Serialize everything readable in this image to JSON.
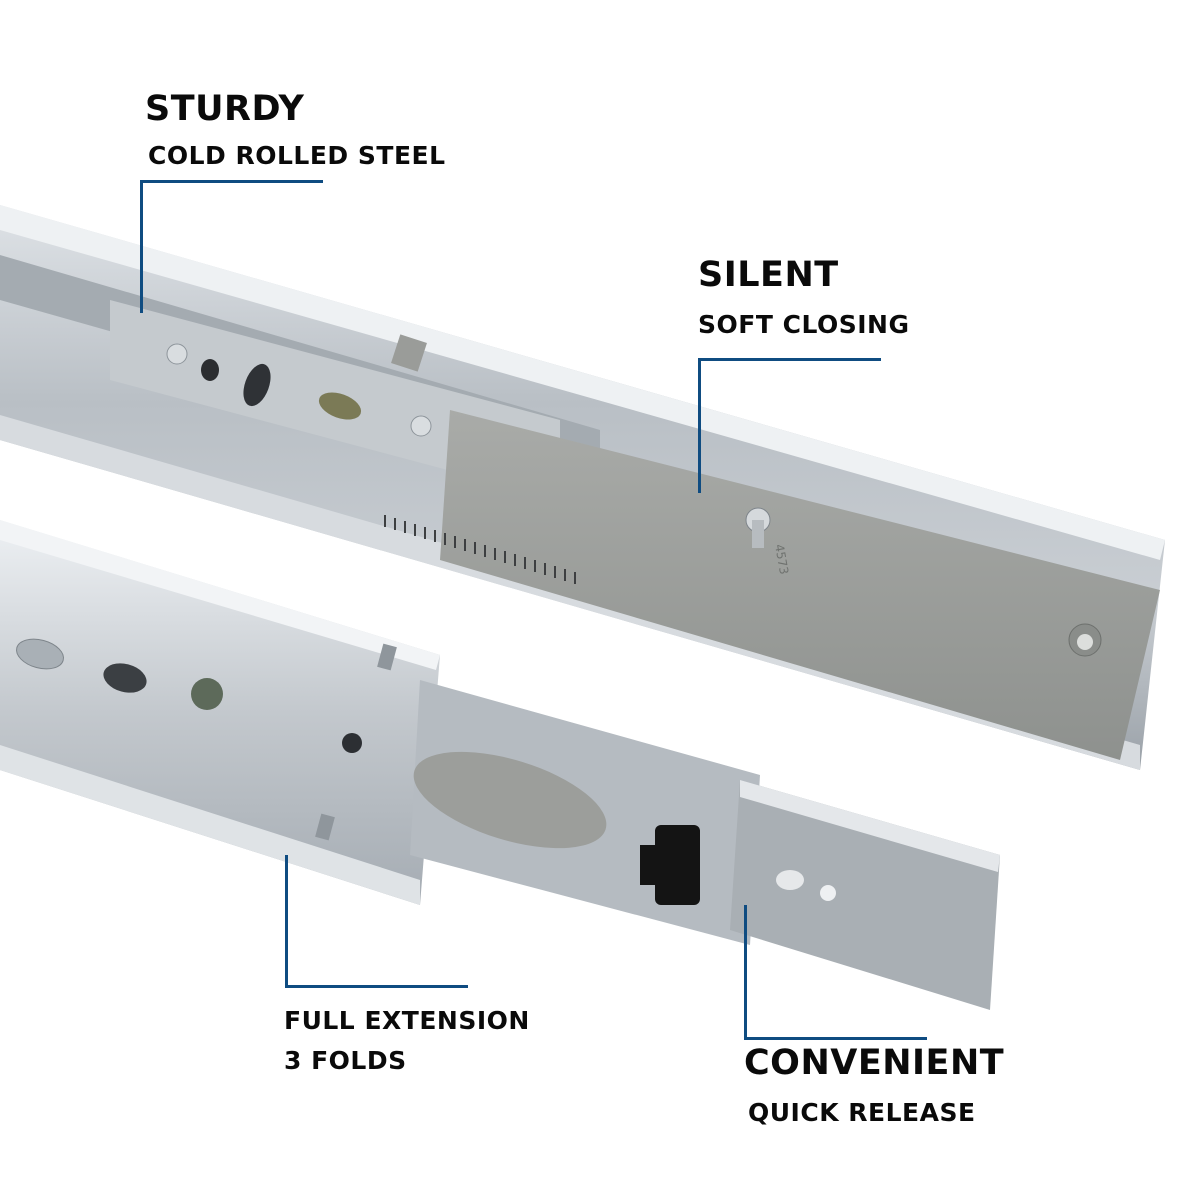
{
  "image": {
    "subject": "Ball-bearing drawer slides (two rails)",
    "background": "#ffffff",
    "accent_line_color": "#0f4c81",
    "text_color": "#0a0a0a"
  },
  "callouts": [
    {
      "id": "sturdy",
      "title": "STURDY",
      "subtitle": "COLD ROLLED STEEL"
    },
    {
      "id": "silent",
      "title": "SILENT",
      "subtitle": "SOFT CLOSING"
    },
    {
      "id": "full-extension",
      "title": "FULL EXTENSION",
      "subtitle": "3 FOLDS"
    },
    {
      "id": "convenient",
      "title": "CONVENIENT",
      "subtitle": "QUICK RELEASE"
    }
  ],
  "product_marking": "4573"
}
